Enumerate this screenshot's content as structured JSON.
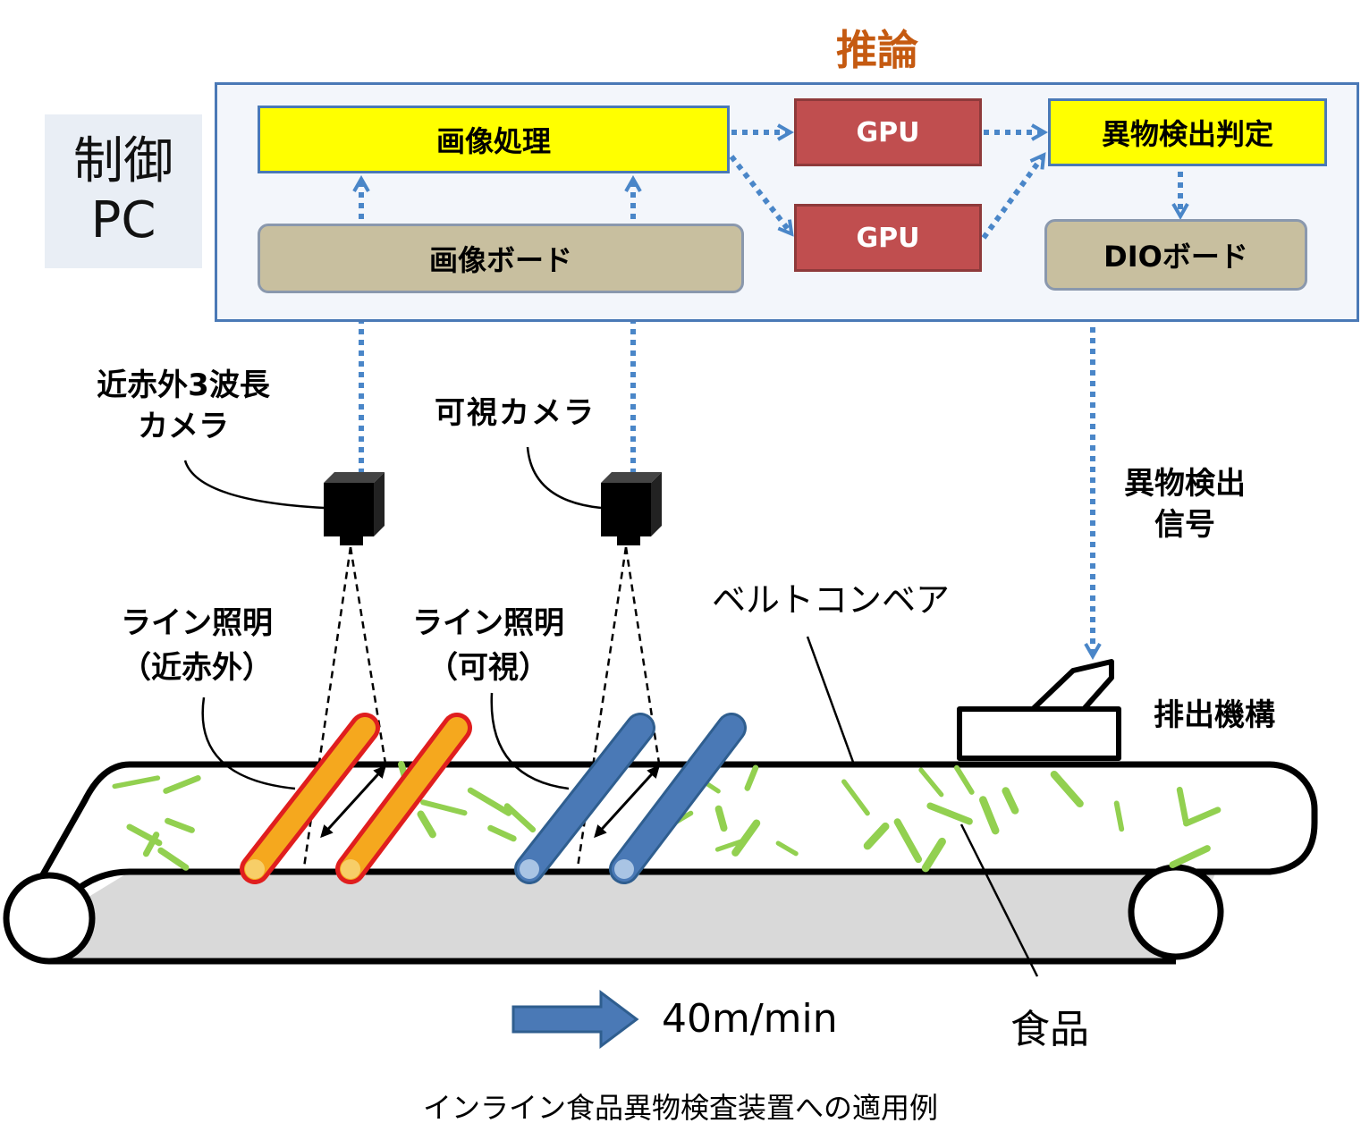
{
  "inference_label": "推論",
  "control_pc": {
    "line1": "制御",
    "line2": "PC"
  },
  "blocks": {
    "image_processing": "画像処理",
    "gpu_top": "GPU",
    "gpu_bottom": "GPU",
    "judgement": "異物検出判定",
    "image_board": "画像ボード",
    "dio_board": "DIOボード"
  },
  "cameras": {
    "nir_line1": "近赤外3波長",
    "nir_line2": "カメラ",
    "visible": "可視カメラ"
  },
  "signal": {
    "line1": "異物検出",
    "line2": "信号"
  },
  "lighting": {
    "nir_line1": "ライン照明",
    "nir_line2": "（近赤外）",
    "vis_line1": "ライン照明",
    "vis_line2": "（可視）"
  },
  "conveyor": "ベルトコンベア",
  "ejector": "排出機構",
  "food": "食品",
  "speed": "40m/min",
  "caption": "インライン食品異物検査装置への適用例",
  "colors": {
    "inference": "#c55a11",
    "frame": "#4a79b6",
    "yellow_block": "#ffff00",
    "board": "#c8bf9f",
    "gpu": "#c04e4f",
    "dotted_arrow": "#4a86c8",
    "nir_light_fill": "#f5a81e",
    "nir_light_edge": "#e01e1e",
    "vis_light_fill": "#4a79b6",
    "food": "#92d050",
    "belt": "#d9d9d9"
  }
}
